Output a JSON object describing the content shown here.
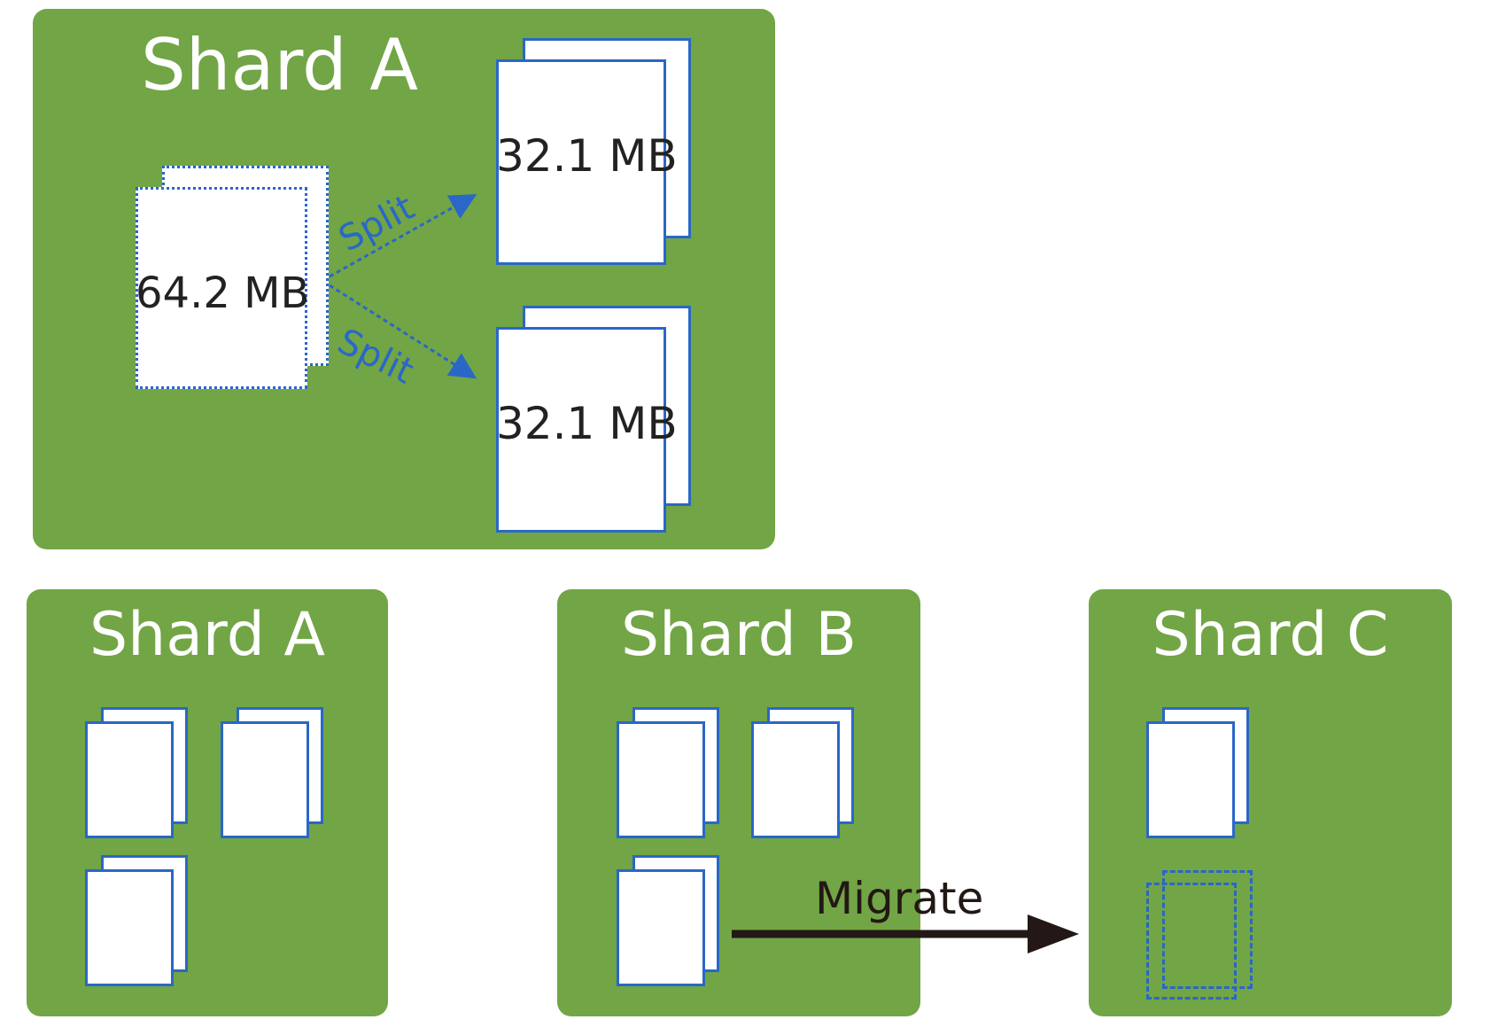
{
  "top": {
    "shard_title": "Shard A",
    "source_chunk_label": "64.2 MB",
    "split_label_upper": "Split",
    "split_label_lower": "Split",
    "result_chunk_upper_label": "32.1 MB",
    "result_chunk_lower_label": "32.1 MB"
  },
  "bottom": {
    "shard_a": {
      "title": "Shard A"
    },
    "shard_b": {
      "title": "Shard B"
    },
    "shard_c": {
      "title": "Shard C"
    },
    "migrate_label": "Migrate"
  },
  "colors": {
    "shard_fill": "#72a545",
    "chunk_border": "#2a67c8",
    "migrate_arrow": "#231815"
  }
}
